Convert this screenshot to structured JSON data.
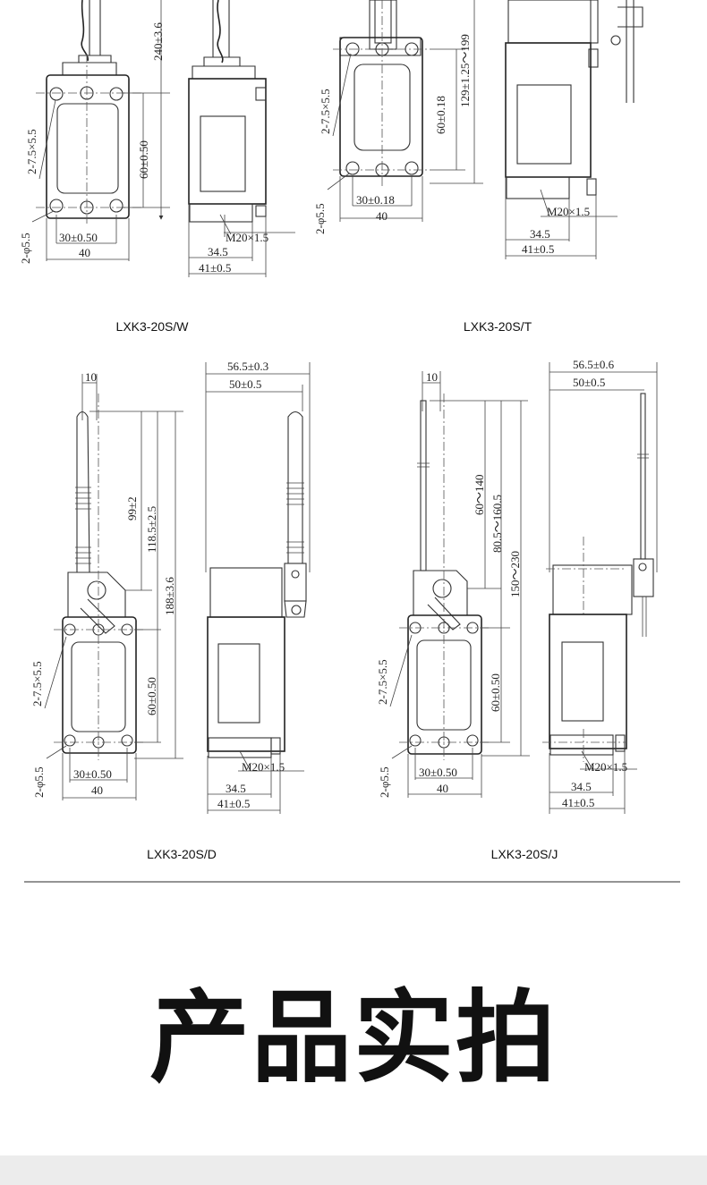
{
  "models": {
    "w": {
      "caption": "LXK3-20S/W",
      "front_dims": {
        "hole_slot": "2-7.5×5.5",
        "height": "60±0.50",
        "overall": "240±3.6",
        "hole_dia": "2-φ5.5",
        "pitch": "30±0.50",
        "width": "40"
      },
      "side_dims": {
        "thread": "M20×1.5",
        "depth": "34.5",
        "depth_total": "41±0.5"
      }
    },
    "t": {
      "caption": "LXK3-20S/T",
      "front_dims": {
        "hole_slot": "2-7.5×5.5",
        "height": "60±0.18",
        "range": "129±1.25～199",
        "hole_dia": "2-φ5.5",
        "pitch": "30±0.18",
        "width": "40"
      },
      "side_dims": {
        "thread": "M20×1.5",
        "depth": "34.5",
        "depth_total": "41±0.5"
      }
    },
    "d": {
      "caption": "LXK3-20S/D",
      "front_dims": {
        "offset": "10",
        "rod_len": "99±2",
        "mid_len": "118.5±2.5",
        "overall": "188±3.6",
        "hole_slot": "2-7.5×5.5",
        "height": "60±0.50",
        "hole_dia": "2-φ5.5",
        "pitch": "30±0.50",
        "width": "40"
      },
      "side_dims": {
        "width_total": "56.5±0.3",
        "width_inner": "50±0.5",
        "thread": "M20×1.5",
        "depth": "34.5",
        "depth_total": "41±0.5"
      }
    },
    "j": {
      "caption": "LXK3-20S/J",
      "front_dims": {
        "offset": "10",
        "rod_range": "60～140",
        "mid_range": "80.5～160.5",
        "overall_range": "150～230",
        "hole_slot": "2-7.5×5.5",
        "height": "60±0.50",
        "hole_dia": "2-φ5.5",
        "pitch": "30±0.50",
        "width": "40"
      },
      "side_dims": {
        "width_total": "56.5±0.6",
        "width_inner": "50±0.5",
        "thread": "M20×1.5",
        "depth": "34.5",
        "depth_total": "41±0.5"
      }
    }
  },
  "section_title": "产品实拍",
  "colors": {
    "line": "#333333",
    "divider": "#555555",
    "band": "#ececec"
  }
}
